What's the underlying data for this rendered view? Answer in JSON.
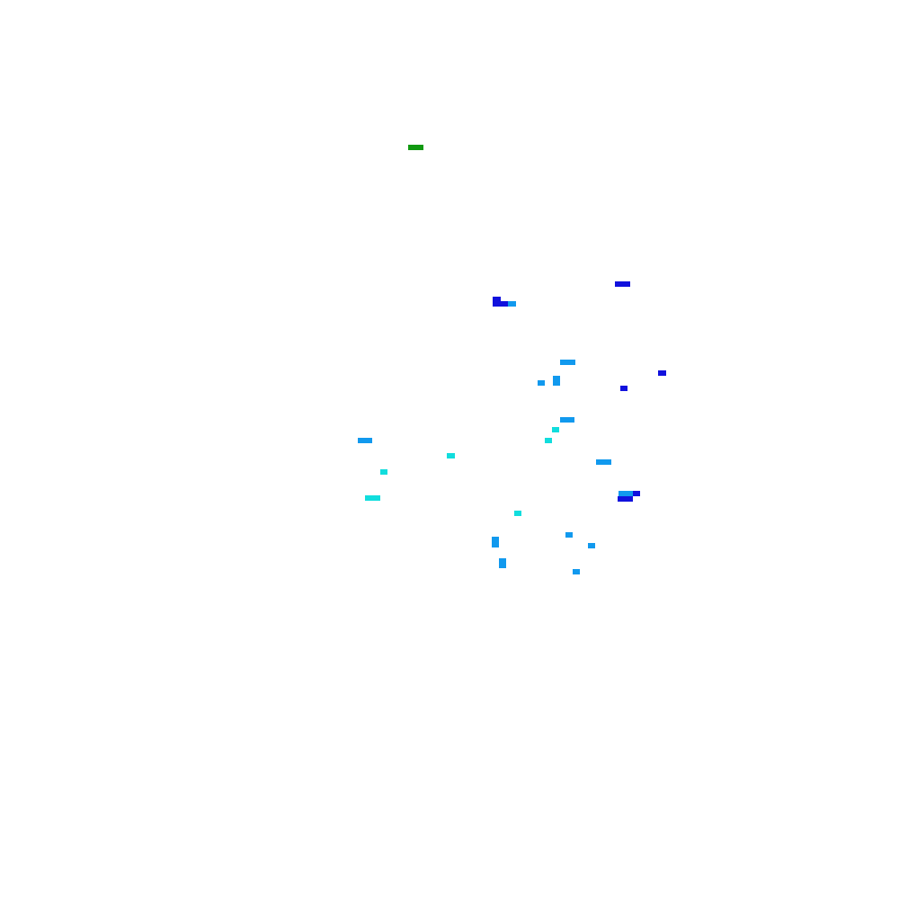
{
  "palette": {
    "background": "#ffffff",
    "green": "#119911",
    "blue": "#1111dd",
    "sky": "#1199ee",
    "cyan": "#11dddd"
  },
  "marks": [
    {
      "color": "green"
    },
    {
      "color": "blue"
    },
    {
      "color": "blue"
    },
    {
      "color": "blue"
    },
    {
      "color": "sky"
    },
    {
      "color": "sky"
    },
    {
      "color": "blue"
    },
    {
      "color": "sky"
    },
    {
      "color": "sky"
    },
    {
      "color": "blue"
    },
    {
      "color": "sky"
    },
    {
      "color": "cyan"
    },
    {
      "color": "cyan"
    },
    {
      "color": "sky"
    },
    {
      "color": "cyan"
    },
    {
      "color": "sky"
    },
    {
      "color": "cyan"
    },
    {
      "color": "sky"
    },
    {
      "color": "blue"
    },
    {
      "color": "blue"
    },
    {
      "color": "cyan"
    },
    {
      "color": "cyan"
    },
    {
      "color": "sky"
    },
    {
      "color": "sky"
    },
    {
      "color": "sky"
    },
    {
      "color": "sky"
    },
    {
      "color": "sky"
    },
    {
      "color": "sky"
    }
  ]
}
